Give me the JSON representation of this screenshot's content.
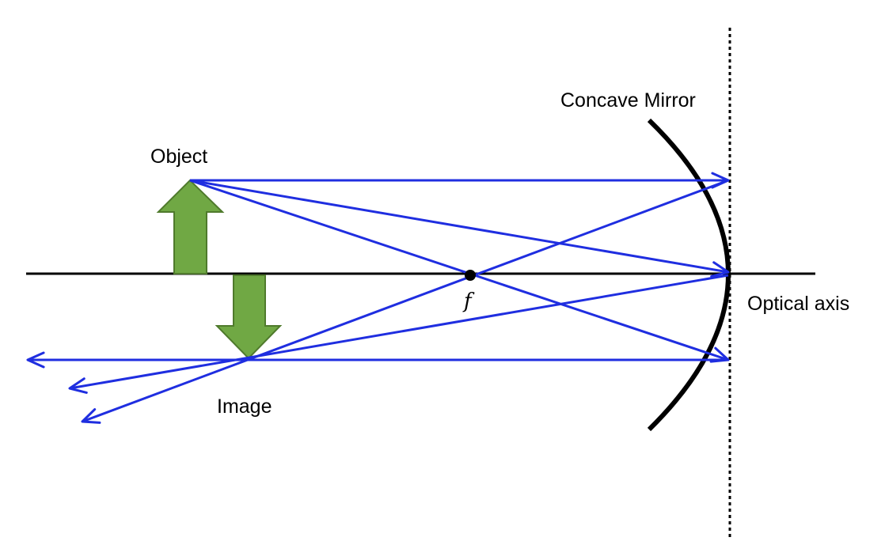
{
  "labels": {
    "mirror": "Concave Mirror",
    "object": "Object",
    "focal_point": "f",
    "optical_axis": "Optical axis",
    "image": "Image"
  },
  "colors": {
    "ray": "#1f2ee0",
    "arrow_fill": "#70a844",
    "arrow_stroke": "#4f7a2c",
    "axis": "#000000",
    "mirror": "#000000"
  }
}
